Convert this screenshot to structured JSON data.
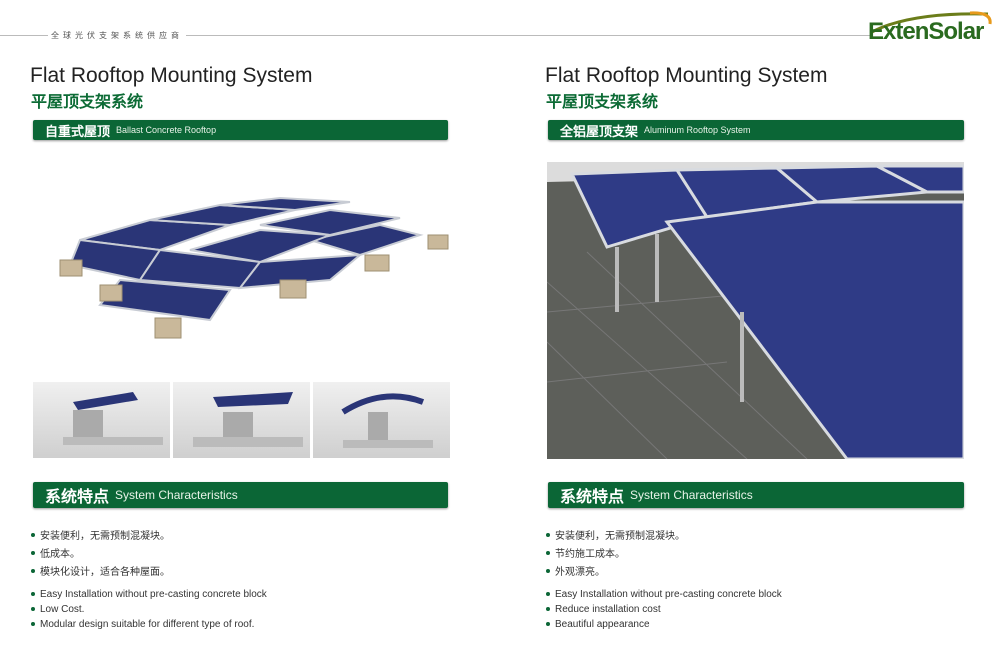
{
  "header": {
    "tagline": "全球光伏支架系统供应商",
    "logo": "ExtenSolar"
  },
  "left": {
    "title": "Flat Rooftop Mounting System",
    "subtitle": "平屋顶支架系统",
    "section_bar": {
      "cn": "自重式屋顶",
      "en": "Ballast Concrete Rooftop"
    },
    "features_bar": {
      "cn": "系统特点",
      "en": "System Characteristics"
    },
    "features_cn": [
      "安装便利，无需预制混凝块。",
      "低成本。",
      "模块化设计，适合各种屋面。"
    ],
    "features_en": [
      "Easy Installation without pre-casting concrete block",
      "Low Cost.",
      "Modular design suitable for different type of roof."
    ]
  },
  "right": {
    "title": "Flat Rooftop Mounting System",
    "subtitle": "平屋顶支架系统",
    "section_bar": {
      "cn": "全铝屋顶支架",
      "en": "Aluminum Rooftop System"
    },
    "features_bar": {
      "cn": "系统特点",
      "en": "System Characteristics"
    },
    "features_cn": [
      "安装便利，无需预制混凝块。",
      "节约施工成本。",
      "外观漂亮。"
    ],
    "features_en": [
      "Easy Installation without pre-casting concrete block",
      "Reduce installation cost",
      "Beautiful appearance"
    ]
  },
  "colors": {
    "brand_green": "#0b6636",
    "panel_blue": "#2a3577"
  }
}
